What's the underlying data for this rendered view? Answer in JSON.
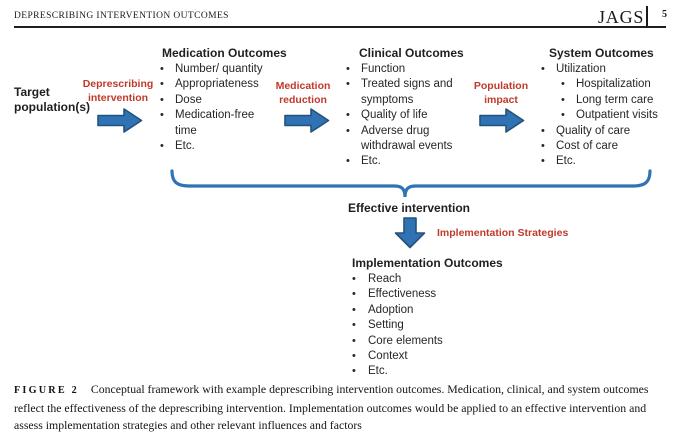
{
  "header": {
    "running_title": "DEPRESCRIBING INTERVENTION OUTCOMES",
    "journal_logo": "JAGS",
    "page_number": "5"
  },
  "diagram": {
    "target_population": "Target population(s)",
    "flow_labels": [
      {
        "label": "Deprescribing intervention"
      },
      {
        "label": "Medication reduction"
      },
      {
        "label": "Population impact"
      }
    ],
    "columns": [
      {
        "title": "Medication Outcomes",
        "items": [
          {
            "text": "Number/ quantity",
            "level": 1
          },
          {
            "text": "Appropriateness",
            "level": 1
          },
          {
            "text": "Dose",
            "level": 1
          },
          {
            "text": "Medication-free time",
            "level": 1
          },
          {
            "text": "Etc.",
            "level": 1
          }
        ]
      },
      {
        "title": "Clinical Outcomes",
        "items": [
          {
            "text": "Function",
            "level": 1
          },
          {
            "text": "Treated signs and symptoms",
            "level": 1
          },
          {
            "text": "Quality of life",
            "level": 1
          },
          {
            "text": "Adverse drug withdrawal events",
            "level": 1
          },
          {
            "text": "Etc.",
            "level": 1
          }
        ]
      },
      {
        "title": "System Outcomes",
        "items": [
          {
            "text": "Utilization",
            "level": 1
          },
          {
            "text": "Hospitalization",
            "level": 2
          },
          {
            "text": "Long term care",
            "level": 2
          },
          {
            "text": "Outpatient visits",
            "level": 2
          },
          {
            "text": "Quality of care",
            "level": 1
          },
          {
            "text": "Cost of care",
            "level": 1
          },
          {
            "text": "Etc.",
            "level": 1
          }
        ]
      }
    ],
    "effective_intervention_label": "Effective intervention",
    "implementation_strategies_label": "Implementation Strategies",
    "implementation_outcomes": {
      "title": "Implementation Outcomes",
      "items": [
        {
          "text": "Reach"
        },
        {
          "text": "Effectiveness"
        },
        {
          "text": "Adoption"
        },
        {
          "text": "Setting"
        },
        {
          "text": "Core elements"
        },
        {
          "text": "Context"
        },
        {
          "text": "Etc."
        }
      ]
    }
  },
  "caption": {
    "label": "FIGURE 2",
    "text": "Conceptual framework with example deprescribing intervention outcomes. Medication, clinical, and system outcomes reflect the effectiveness of the deprescribing intervention. Implementation outcomes would be applied to an effective intervention and assess implementation strategies and other relevant influences and factors"
  },
  "colors": {
    "arrow_fill": "#2f73b5",
    "arrow_stroke": "#24527b",
    "brace_stroke": "#2e73b5",
    "accent_red": "#bf3a2b"
  }
}
